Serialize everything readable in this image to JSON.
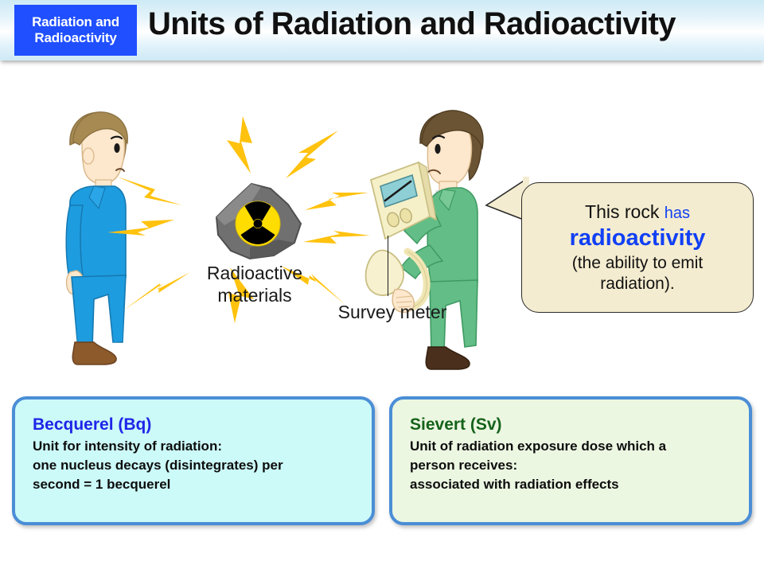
{
  "header": {
    "badge_line1": "Radiation and",
    "badge_line2": "Radioactivity",
    "badge_color": "#1f4fff",
    "title": "Units of Radiation and Radioactivity"
  },
  "illustration": {
    "left_person": {
      "name": "man-in-blue-suit",
      "suit_color": "#1e9ce0",
      "hair_color": "#a68a52",
      "shoe_color": "#8c5a2b"
    },
    "right_person": {
      "name": "man-in-green-suit-with-survey-meter",
      "suit_color": "#63bd86",
      "hair_color": "#6b5433",
      "shoe_color": "#4a301c"
    },
    "rock": {
      "label": "Radioactive\nmaterials",
      "rock_color": "#6e6e6e",
      "symbol": "radiation-trefoil",
      "symbol_bg": "#ffdd00",
      "symbol_fg": "#000000"
    },
    "rays": {
      "name": "radiation-rays",
      "color": "#ffc20e",
      "count": 8
    },
    "survey_meter": {
      "label": "Survey meter",
      "body_color": "#f6f0c8",
      "display_color": "#8ecfd6"
    }
  },
  "bubble": {
    "line1_plain": "This rock ",
    "line1_blue": "has",
    "line2": "radioactivity",
    "line3": "(the ability to emit\nradiation).",
    "fill": "#f4ecd0",
    "accent": "#1140f5"
  },
  "boxes": [
    {
      "id": "becquerel",
      "title": "Becquerel (Bq)",
      "title_color": "#1f25e8",
      "fill": "#ccfaf8",
      "border": "#4a8ed6",
      "body": "Unit for intensity of radiation:\none nucleus decays (disintegrates) per\nsecond = 1 becquerel"
    },
    {
      "id": "sievert",
      "title": "Sievert (Sv)",
      "title_color": "#15621a",
      "fill": "#ecf7e2",
      "border": "#4a8ed6",
      "body": "Unit of radiation exposure dose which a\nperson receives:\nassociated with radiation effects"
    }
  ]
}
